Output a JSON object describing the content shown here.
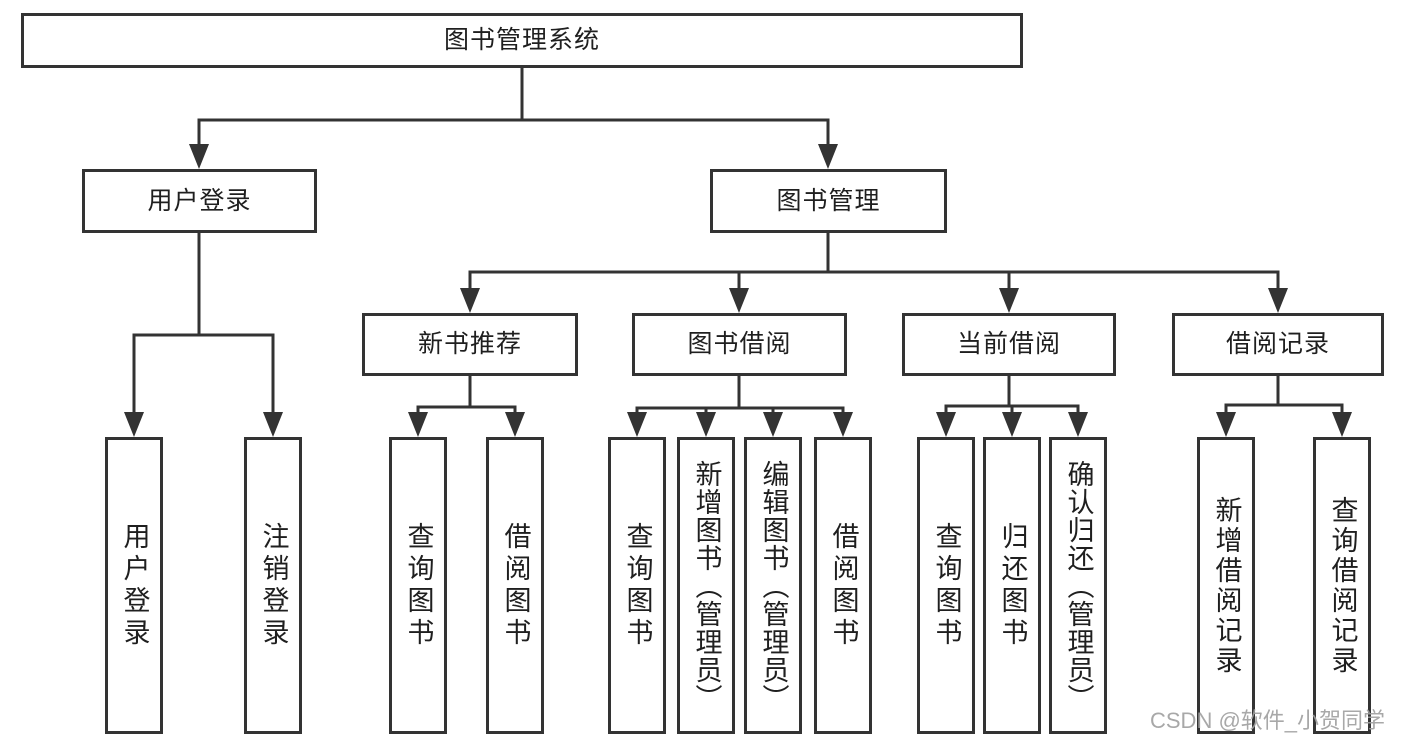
{
  "nodes": {
    "root": "图书管理系统",
    "user_login": "用户登录",
    "book_mgmt": "图书管理",
    "new_book_rec": "新书推荐",
    "book_borrow": "图书借阅",
    "current_borrow": "当前借阅",
    "borrow_records": "借阅记录",
    "leaf_user_login": "用户登录",
    "leaf_logout": "注销登录",
    "leaf_query_book_rec": "查询图书",
    "leaf_borrow_book_rec": "借阅图书",
    "leaf_query_book_borrow": "查询图书",
    "leaf_add_book": "新增图书（管理员）",
    "leaf_edit_book": "编辑图书（管理员）",
    "leaf_borrow_book_borrow": "借阅图书",
    "leaf_query_book_current": "查询图书",
    "leaf_return_book": "归还图书",
    "leaf_confirm_return": "确认归还（管理员）",
    "leaf_add_record": "新增借阅记录",
    "leaf_query_record": "查询借阅记录"
  },
  "hierarchy": {
    "图书管理系统": [
      "用户登录",
      "图书管理"
    ],
    "用户登录": [
      "用户登录",
      "注销登录"
    ],
    "图书管理": [
      "新书推荐",
      "图书借阅",
      "当前借阅",
      "借阅记录"
    ],
    "新书推荐": [
      "查询图书",
      "借阅图书"
    ],
    "图书借阅": [
      "查询图书",
      "新增图书（管理员）",
      "编辑图书（管理员）",
      "借阅图书"
    ],
    "当前借阅": [
      "查询图书",
      "归还图书",
      "确认归还（管理员）"
    ],
    "借阅记录": [
      "新增借阅记录",
      "查询借阅记录"
    ]
  },
  "watermark": "CSDN @软件_小贺同学",
  "colors": {
    "line": "#333333",
    "text": "#1f1f1f",
    "watermark": "#9f9f9f",
    "background": "#ffffff"
  }
}
